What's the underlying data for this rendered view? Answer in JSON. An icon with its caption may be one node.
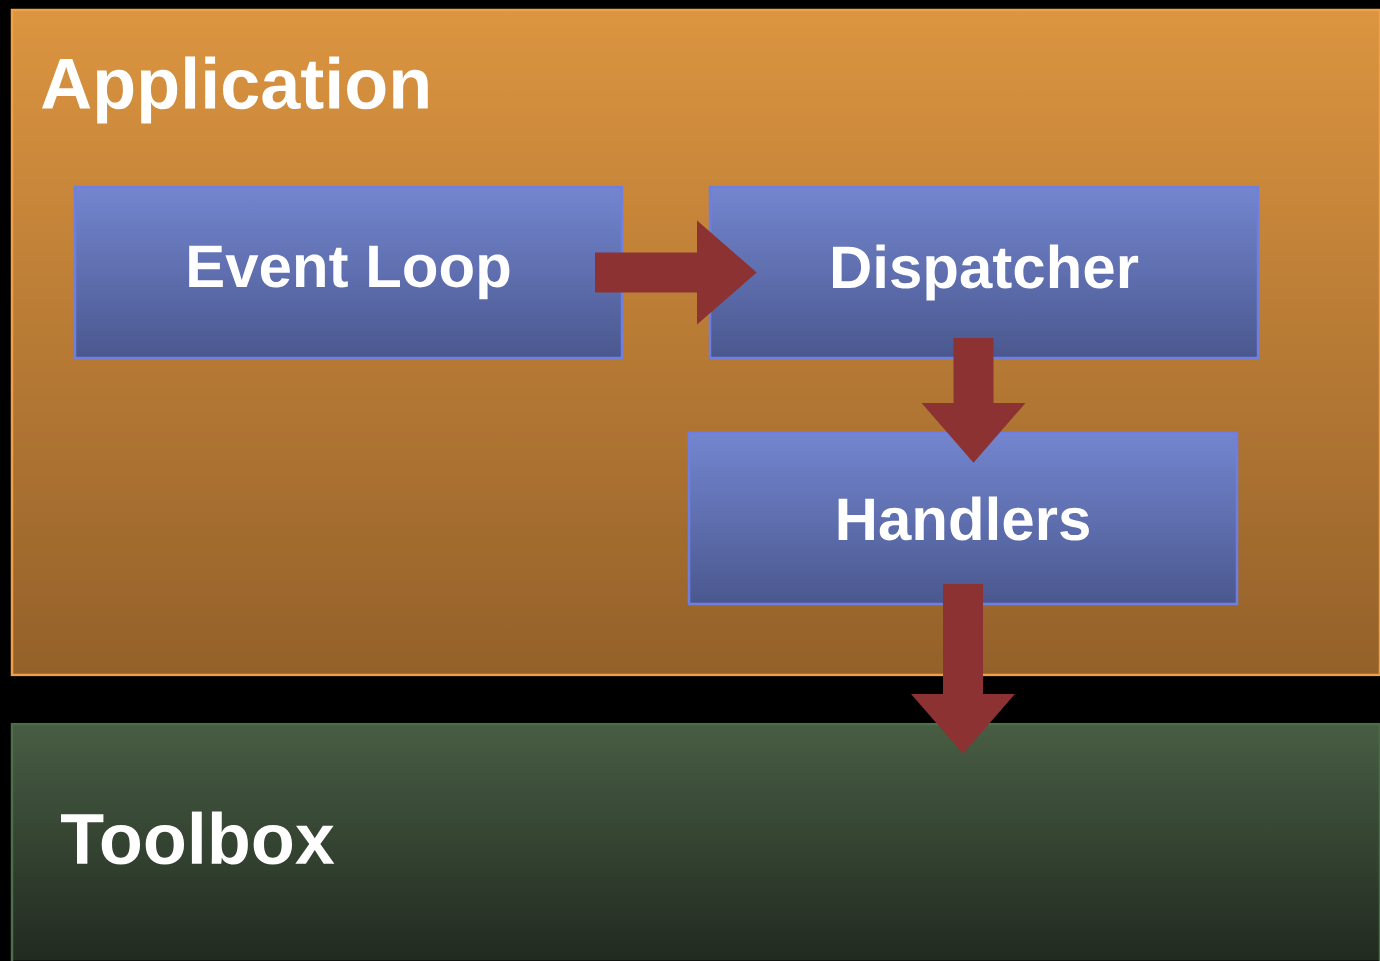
{
  "diagram": {
    "nodes": [
      {
        "text": [
          "Application"
        ]
      },
      {
        "text": [
          "Event Loop"
        ],
        "in": 0
      },
      {
        "text": [
          "Dispatcher"
        ],
        "in": 0
      },
      {
        "text": [
          "Handlers"
        ],
        "in": 0
      },
      {
        "text": [
          "Toolbox"
        ]
      }
    ],
    "edges": [
      {
        "from": 1,
        "to": 2,
        "arrow": "to"
      },
      {
        "from": 2,
        "to": 3,
        "arrow": "to"
      },
      {
        "from": 3,
        "to": 4,
        "arrow": "to"
      }
    ]
  }
}
